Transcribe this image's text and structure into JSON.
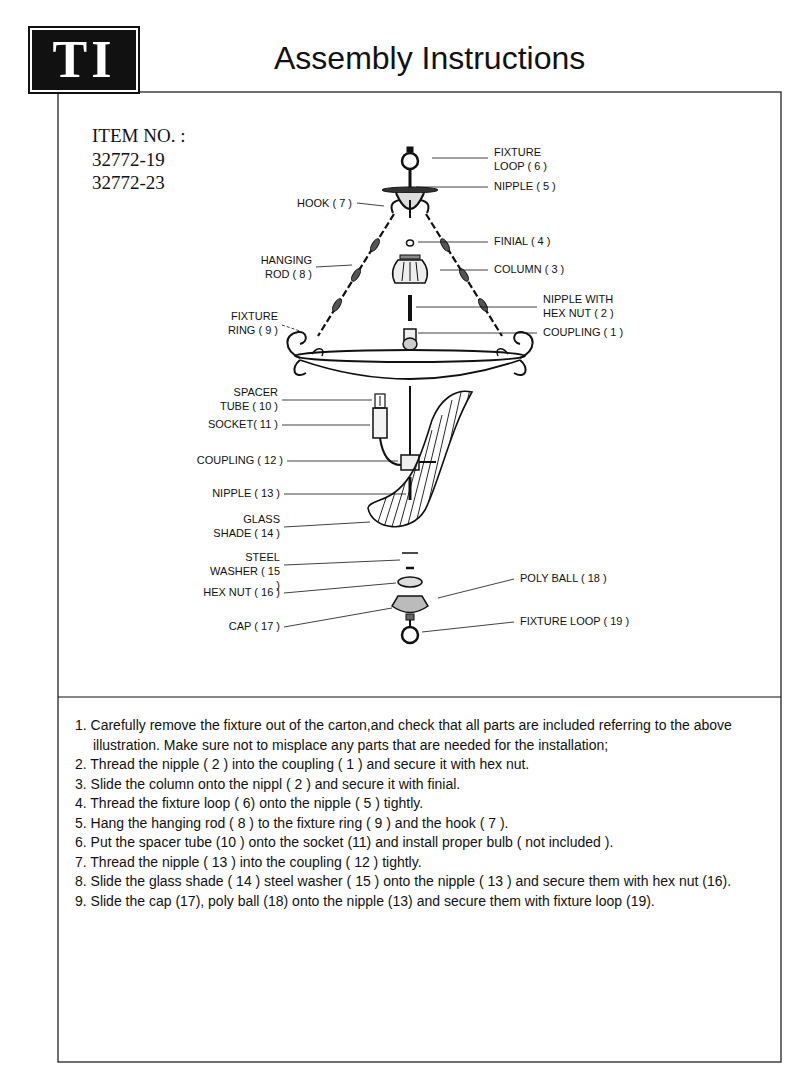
{
  "diagram": {
    "title": "Assembly Instructions",
    "nodes": [
      {
        "text": [
          "TI"
        ]
      }
    ],
    "labels": [
      "ITEM NO. :",
      "32772-19",
      "32772-23",
      "FIXTURE LOOP ( 6 )",
      "NIPPLE ( 5 )",
      "HOOK ( 7 )",
      "FINIAL ( 4 )",
      "HANGING ROD ( 8 )",
      "COLUMN ( 3 )",
      "NIPPLE WITH HEX NUT ( 2 )",
      "FIXTURE RING ( 9 )",
      "COUPLING ( 1 )",
      "SPACER TUBE ( 10 )",
      "SOCKET( 11 )",
      "COUPLING ( 12 )",
      "NIPPLE ( 13 )",
      "GLASS SHADE ( 14 )",
      "STEEL WASHER ( 15 )",
      "POLY BALL ( 18 )",
      "HEX NUT ( 16 )",
      "FIXTURE LOOP ( 19 )",
      "CAP ( 17 )",
      "1. Carefully remove the fixture out of the carton,and check that all parts are included referring to the above illustration. Make sure not to misplace any parts that are needed for the installation;",
      "2. Thread the nipple ( 2 ) into the coupling ( 1 ) and secure it with hex nut.",
      "3. Slide the column onto the nippl ( 2 ) and secure it with finial.",
      "4. Thread the fixture loop ( 6) onto the nipple ( 5 ) tightly.",
      "5. Hang the hanging rod ( 8 ) to the fixture ring ( 9 ) and the hook ( 7 ).",
      "6. Put the spacer tube (10 ) onto the socket (11) and install proper bulb ( not included ).",
      "7. Thread the nipple ( 13 ) into the coupling ( 12 ) tightly.",
      "8. Slide the glass shade ( 14 ) steel washer ( 15 ) onto the nipple ( 13 ) and secure them with hex nut (16).",
      "9. Slide the cap (17), poly ball (18) onto the nipple (13) and secure them with fixture loop (19)."
    ]
  }
}
